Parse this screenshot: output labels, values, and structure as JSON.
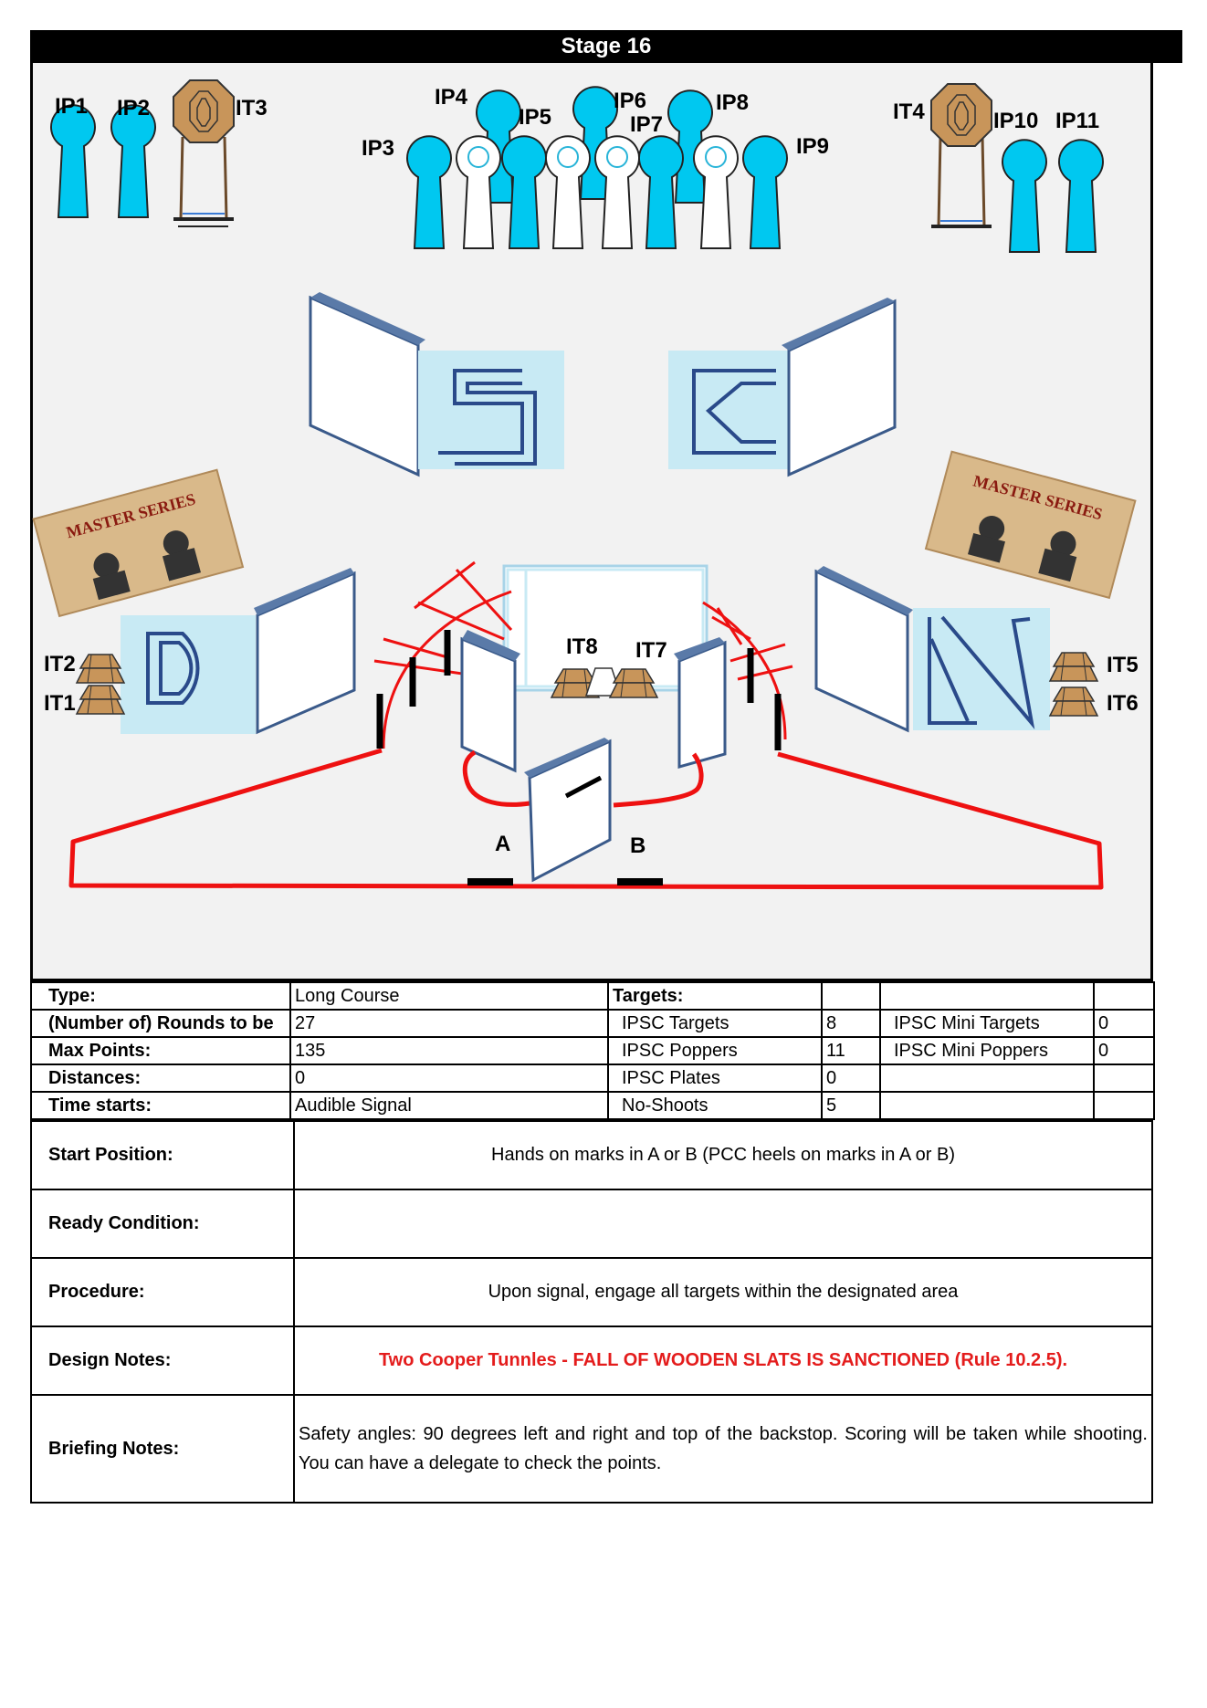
{
  "stage": {
    "title": "Stage 16"
  },
  "labels": {
    "ip1": "IP1",
    "ip2": "IP2",
    "it3": "IT3",
    "ip3": "IP3",
    "ip4": "IP4",
    "ip5": "IP5",
    "ip6": "IP6",
    "ip7": "IP7",
    "ip8": "IP8",
    "ip9": "IP9",
    "it4": "IT4",
    "ip10": "IP10",
    "ip11": "IP11",
    "it1": "IT1",
    "it2": "IT2",
    "it5": "IT5",
    "it6": "IT6",
    "it7": "IT7",
    "it8": "IT8",
    "pos_a": "A",
    "pos_b": "B"
  },
  "logos": {
    "left": "MASTER SERIES",
    "right": "MASTER SERIES"
  },
  "wall_letters": [
    "S",
    "C",
    "D",
    "N"
  ],
  "info": {
    "type_label": "Type:",
    "type_value": "Long Course",
    "rounds_label": "(Number of) Rounds to be",
    "rounds_value": "27",
    "max_label": "Max Points:",
    "max_value": "135",
    "dist_label": "Distances:",
    "dist_value": "0",
    "time_label": "Time starts:",
    "time_value": "Audible Signal",
    "targets_label": "Targets:",
    "ipsc_targets": "IPSC Targets",
    "ipsc_targets_n": "8",
    "ipsc_poppers": "IPSC Poppers",
    "ipsc_poppers_n": "11",
    "ipsc_plates": "IPSC Plates",
    "ipsc_plates_n": "0",
    "no_shoots": "No-Shoots",
    "no_shoots_n": "5",
    "mini_targets": "IPSC Mini Targets",
    "mini_targets_n": "0",
    "mini_poppers": "IPSC Mini Poppers",
    "mini_poppers_n": "0"
  },
  "details": {
    "start_label": "Start Position:",
    "start_value": "Hands on marks in A or B (PCC heels on marks in A or B)",
    "ready_label": "Ready Condition:",
    "ready_value": "",
    "procedure_label": "Procedure:",
    "procedure_value": "Upon signal, engage all targets within the designated area",
    "design_label": "Design Notes:",
    "design_value": "Two Cooper Tunnles - FALL OF WOODEN SLATS IS SANCTIONED (Rule 10.2.5).",
    "briefing_label": "Briefing Notes:",
    "briefing_value": "Safety angles: 90 degrees left and right and top of the backstop. Scoring will be taken while shooting. You can have a delegate to check the points."
  },
  "colors": {
    "popper": "#00c8f0",
    "wall_face": "#c8eaf4",
    "fault_line": "#ee1111",
    "wood": "#c8955a"
  }
}
